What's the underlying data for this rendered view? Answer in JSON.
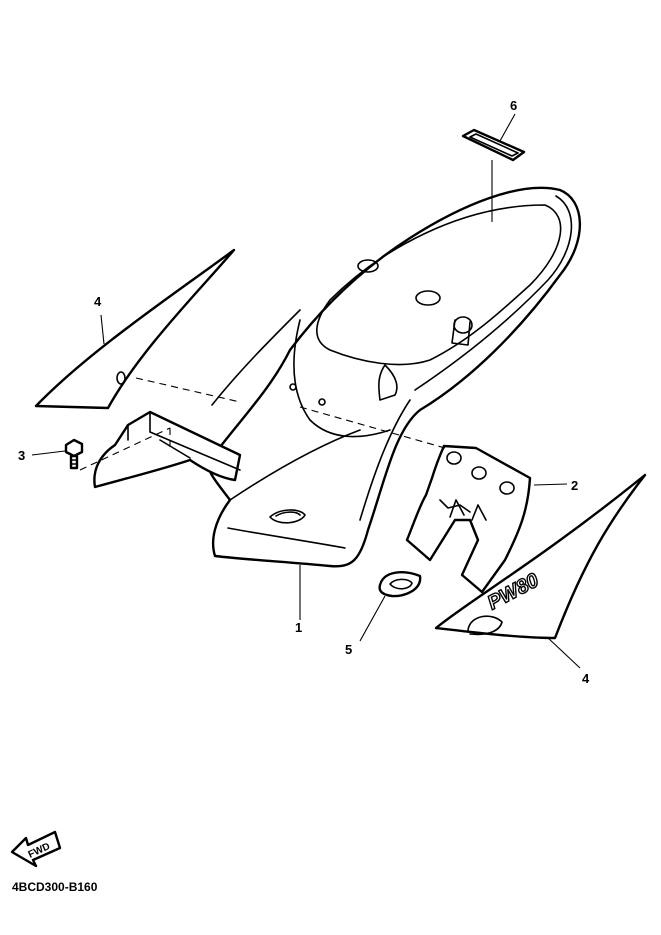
{
  "callouts": {
    "rear_fender": "1",
    "bracket": "2",
    "bolt": "3",
    "graphic_left": "4",
    "graphic_right": "4",
    "grommet": "5",
    "emblem": "6"
  },
  "decal": {
    "model_text": "PW80"
  },
  "fwd": {
    "label": "FWD",
    "icon": "forward-arrow-icon"
  },
  "diagram_code": "4BCD300-B160"
}
